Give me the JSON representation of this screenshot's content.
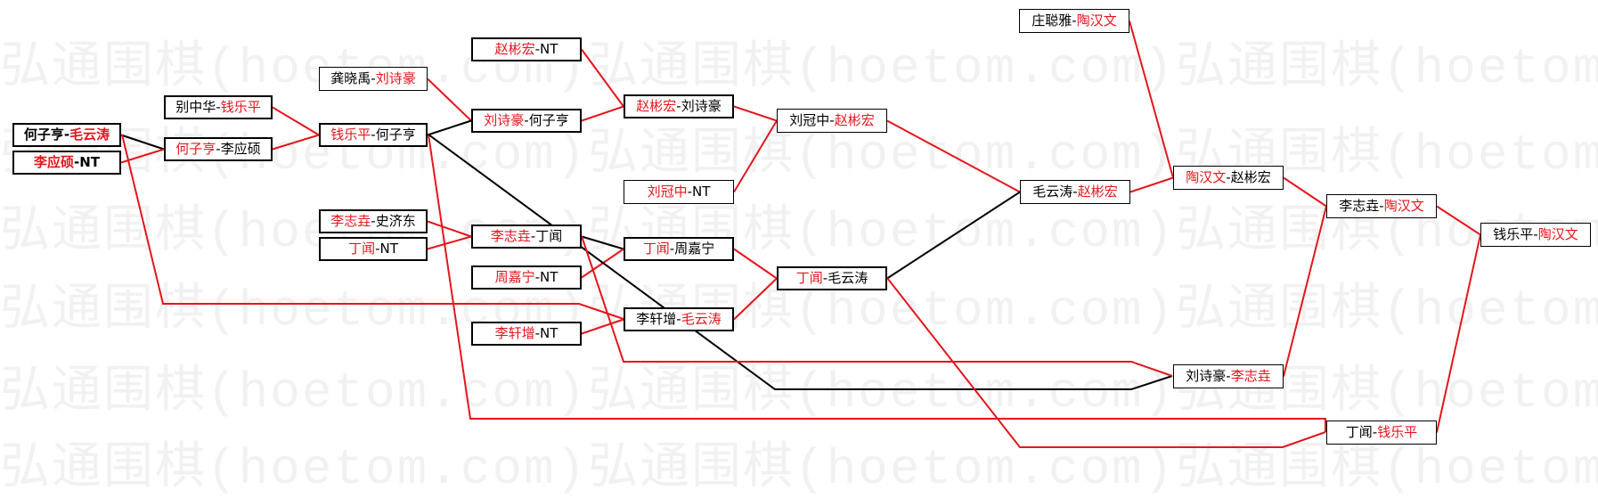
{
  "watermark": "弘通围棋(hoetom.com)",
  "colors": {
    "winner": "#e4161c",
    "loser_line": "#000000",
    "text": "#000000"
  },
  "matches": [
    {
      "id": "r1a",
      "p1": "何子亨",
      "p2": "毛云涛",
      "winner": 2
    },
    {
      "id": "r1b",
      "p1": "李应硕",
      "p2": "NT",
      "winner": 1
    },
    {
      "id": "r1c",
      "p1": "别中华",
      "p2": "钱乐平",
      "winner": 2
    },
    {
      "id": "r1d",
      "p1": "龚晓禹",
      "p2": "刘诗豪",
      "winner": 2
    },
    {
      "id": "r1e",
      "p1": "赵彬宏",
      "p2": "NT",
      "winner": 1
    },
    {
      "id": "r1f",
      "p1": "李志垚",
      "p2": "史济东",
      "winner": 1
    },
    {
      "id": "r1g",
      "p1": "丁闻",
      "p2": "NT",
      "winner": 1
    },
    {
      "id": "r1h",
      "p1": "周嘉宁",
      "p2": "NT",
      "winner": 1
    },
    {
      "id": "r1i",
      "p1": "李轩增",
      "p2": "NT",
      "winner": 1
    },
    {
      "id": "r1j",
      "p1": "刘冠中",
      "p2": "NT",
      "winner": 1
    },
    {
      "id": "r1k",
      "p1": "庄聪雅",
      "p2": "陶汉文",
      "winner": 2
    },
    {
      "id": "r2a",
      "p1": "何子亨",
      "p2": "李应硕",
      "winner": 1
    },
    {
      "id": "r2b",
      "p1": "钱乐平",
      "p2": "何子亨",
      "winner": 1
    },
    {
      "id": "r2c",
      "p1": "刘诗豪",
      "p2": "何子亨",
      "winner": 1
    },
    {
      "id": "r2d",
      "p1": "李志垚",
      "p2": "丁闻",
      "winner": 1
    },
    {
      "id": "r2e",
      "p1": "赵彬宏",
      "p2": "刘诗豪",
      "winner": 1
    },
    {
      "id": "r2f",
      "p1": "丁闻",
      "p2": "周嘉宁",
      "winner": 1
    },
    {
      "id": "r2g",
      "p1": "李轩增",
      "p2": "毛云涛",
      "winner": 2
    },
    {
      "id": "r3a",
      "p1": "刘冠中",
      "p2": "赵彬宏",
      "winner": 2
    },
    {
      "id": "r3b",
      "p1": "丁闻",
      "p2": "毛云涛",
      "winner": 1
    },
    {
      "id": "r4a",
      "p1": "毛云涛",
      "p2": "赵彬宏",
      "winner": 2
    },
    {
      "id": "r4b",
      "p1": "陶汉文",
      "p2": "赵彬宏",
      "winner": 1
    },
    {
      "id": "r4c",
      "p1": "刘诗豪",
      "p2": "李志垚",
      "winner": 2
    },
    {
      "id": "r5a",
      "p1": "李志垚",
      "p2": "陶汉文",
      "winner": 2
    },
    {
      "id": "r5b",
      "p1": "丁闻",
      "p2": "钱乐平",
      "winner": 2
    },
    {
      "id": "final",
      "p1": "钱乐平",
      "p2": "陶汉文",
      "winner": 2
    }
  ]
}
